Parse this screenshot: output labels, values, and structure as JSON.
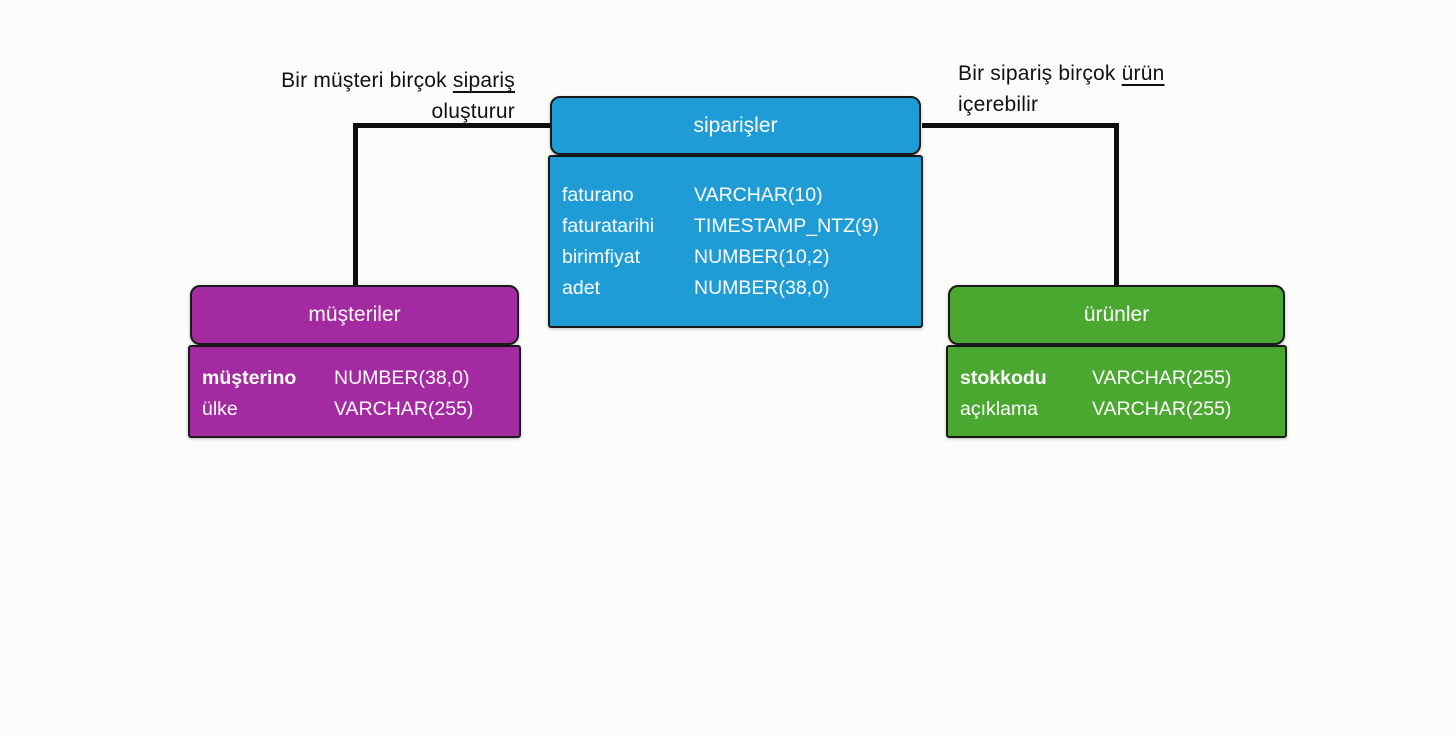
{
  "colors": {
    "orders_blue": "#1f9cd6",
    "customers_purple": "#a32aa0",
    "products_green": "#4aa830",
    "box_border": "#1a1a1a",
    "connector_line": "#0e0e0e",
    "table_text": "#ffffff",
    "annotation_text": "#111111",
    "background": "#fcfcfb"
  },
  "annotations": {
    "left": {
      "line1_prefix": "Bir müşteri birçok ",
      "line1_underlined": "sipariş",
      "line2": "oluşturur"
    },
    "right": {
      "line1_prefix": "Bir sipariş birçok ",
      "line1_underlined": "ürün",
      "line2": "içerebilir"
    }
  },
  "tables": {
    "siparisler": {
      "title": "siparişler",
      "fields": [
        {
          "name": "faturano",
          "type": "VARCHAR(10)"
        },
        {
          "name": "faturatarihi",
          "type": "TIMESTAMP_NTZ(9)"
        },
        {
          "name": "birimfiyat",
          "type": "NUMBER(10,2)"
        },
        {
          "name": "adet",
          "type": "NUMBER(38,0)"
        }
      ]
    },
    "musteriler": {
      "title": "müşteriler",
      "fields": [
        {
          "name": "müşterino",
          "type": "NUMBER(38,0)",
          "pk": true
        },
        {
          "name": "ülke",
          "type": "VARCHAR(255)"
        }
      ]
    },
    "urunler": {
      "title": "ürünler",
      "fields": [
        {
          "name": "stokkodu",
          "type": "VARCHAR(255)",
          "pk": true
        },
        {
          "name": "açıklama",
          "type": "VARCHAR(255)"
        }
      ]
    }
  }
}
